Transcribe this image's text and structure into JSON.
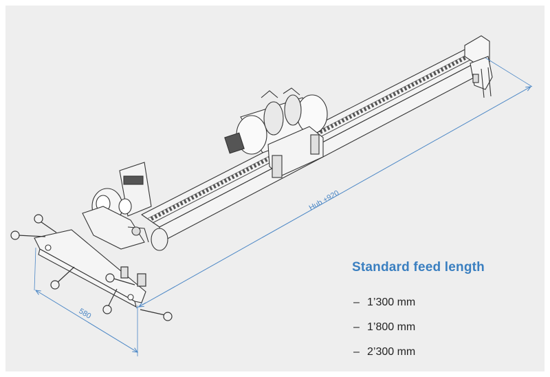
{
  "dimensions": {
    "stroke_label": "Hub +920",
    "width_label": "580"
  },
  "spec": {
    "title": "Standard feed length",
    "items": [
      {
        "dash": "–",
        "value": "1’300 mm"
      },
      {
        "dash": "–",
        "value": "1’800 mm"
      },
      {
        "dash": "–",
        "value": "2’300 mm"
      }
    ]
  },
  "colors": {
    "accent": "#3a7fc0",
    "dimension_line": "#4a86c5",
    "panel_background": "#eeeeee"
  }
}
